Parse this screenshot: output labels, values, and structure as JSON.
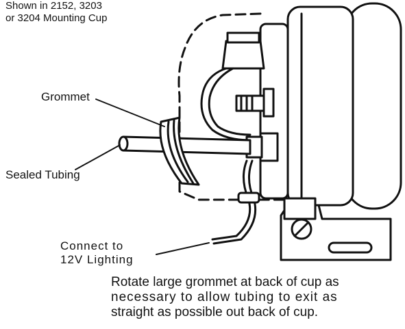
{
  "labels": {
    "mount_line1": "Shown in 2152, 3203",
    "mount_line2": "or 3204 Mounting Cup",
    "grommet": "Grommet",
    "sealed_tubing": "Sealed Tubing",
    "connect_line1": "Connect to",
    "connect_line2": "12V Lighting"
  },
  "note": {
    "line1": "Rotate large grommet at back of cup as",
    "line2": "necessary to allow tubing to exit as",
    "line3": "straight as possible out back of cup."
  },
  "colors": {
    "ink": "#111111",
    "paper": "#ffffff"
  }
}
